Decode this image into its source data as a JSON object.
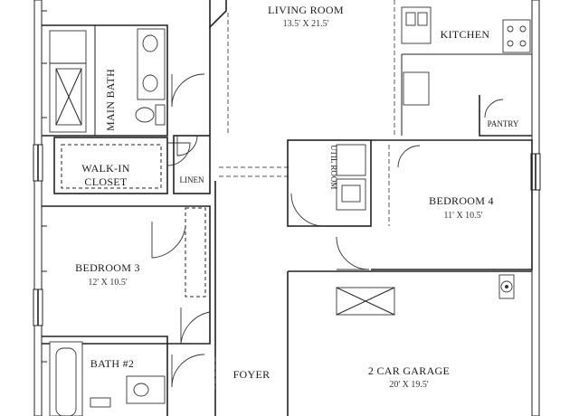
{
  "rooms": {
    "living_room": {
      "name": "LIVING ROOM",
      "dims": "13.5' X 21.5'"
    },
    "kitchen": {
      "name": "KITCHEN"
    },
    "main_bath": {
      "name": "MAIN BATH"
    },
    "walk_in_closet": {
      "name_line1": "WALK-IN",
      "name_line2": "CLOSET"
    },
    "linen": {
      "name": "LINEN"
    },
    "util_room": {
      "name": "UTIL ROOM"
    },
    "pantry": {
      "name": "PANTRY"
    },
    "bedroom_4": {
      "name": "BEDROOM 4",
      "dims": "11' X 10.5'"
    },
    "bedroom_3": {
      "name": "BEDROOM 3",
      "dims": "12' X 10.5'"
    },
    "bath_2": {
      "name": "BATH #2"
    },
    "foyer": {
      "name": "FOYER"
    },
    "garage": {
      "name": "2 CAR GARAGE",
      "dims": "20' X 19.5'"
    }
  }
}
